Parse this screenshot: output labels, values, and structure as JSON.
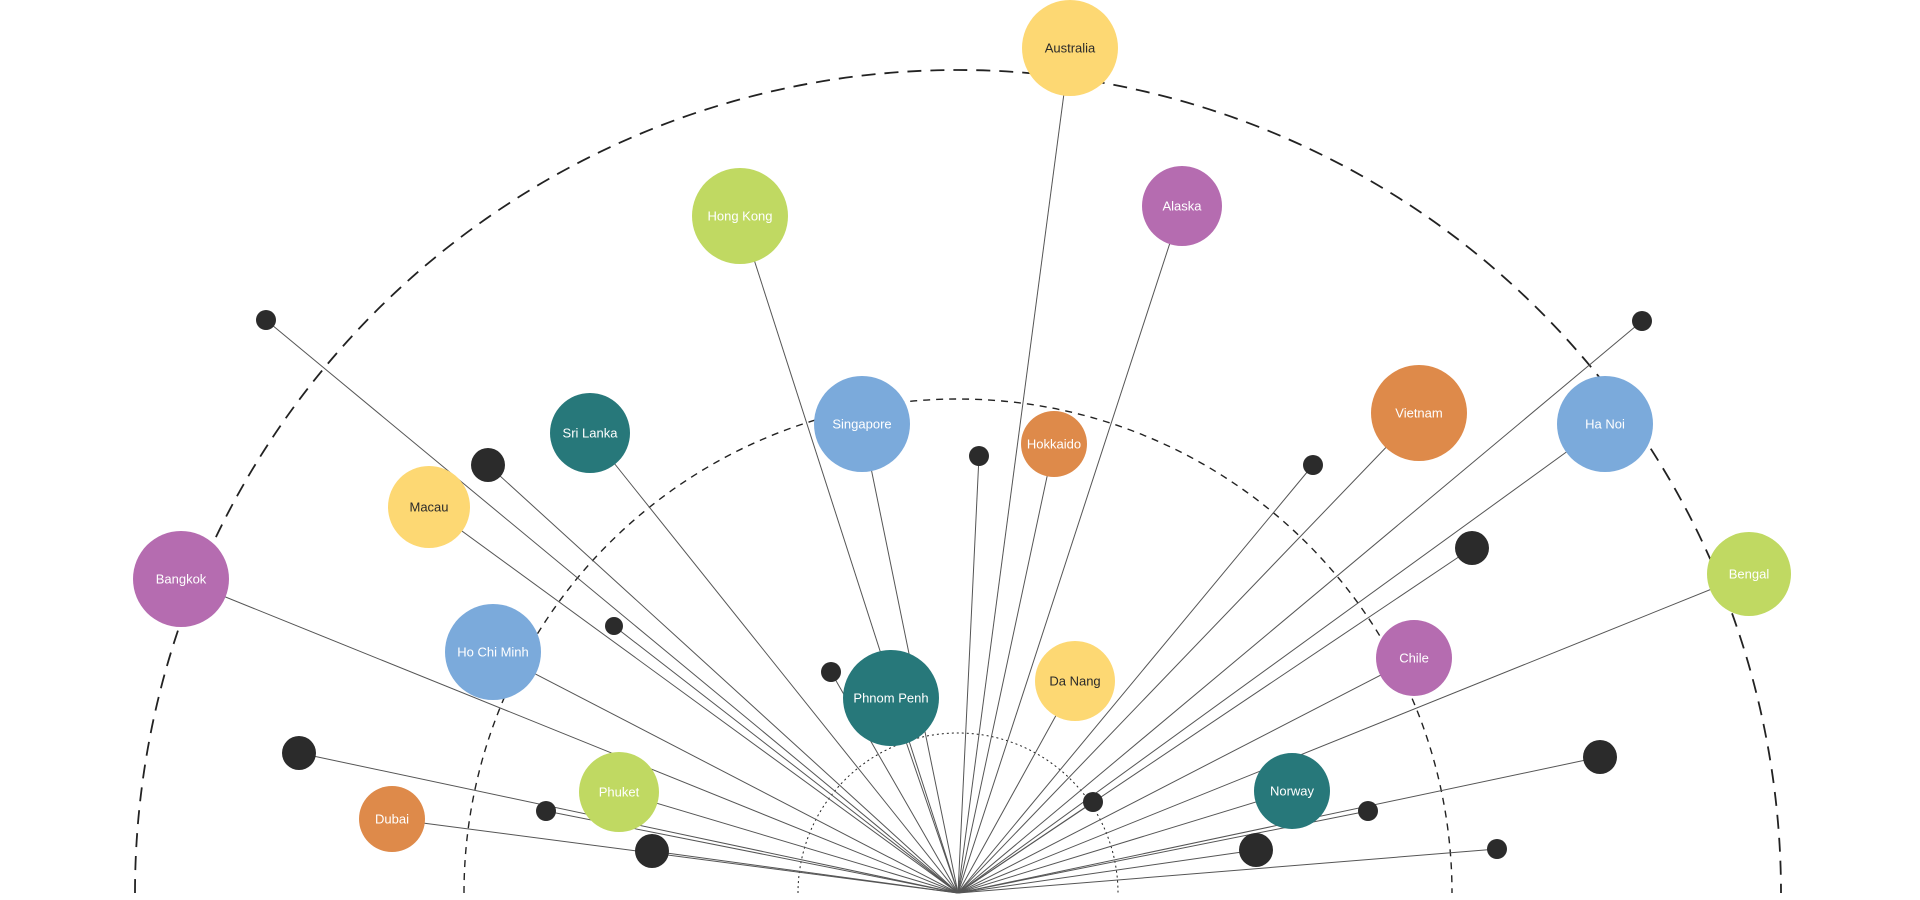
{
  "colors": {
    "yellow": "#FDD873",
    "green": "#C0D962",
    "purple": "#B56CB0",
    "teal": "#27787A",
    "blue": "#7BAADB",
    "orange": "#DE8A4A",
    "dot": "#2B2B2B",
    "line": "#555555",
    "ring": "#222222"
  },
  "nodes": [
    {
      "id": "australia",
      "label": "Australia",
      "color": "yellow",
      "text": "dark"
    },
    {
      "id": "hong-kong",
      "label": "Hong Kong",
      "color": "green",
      "text": "light"
    },
    {
      "id": "alaska",
      "label": "Alaska",
      "color": "purple",
      "text": "light"
    },
    {
      "id": "sri-lanka",
      "label": "Sri Lanka",
      "color": "teal",
      "text": "light"
    },
    {
      "id": "singapore",
      "label": "Singapore",
      "color": "blue",
      "text": "light"
    },
    {
      "id": "hokkaido",
      "label": "Hokkaido",
      "color": "orange",
      "text": "light"
    },
    {
      "id": "vietnam",
      "label": "Vietnam",
      "color": "orange",
      "text": "light"
    },
    {
      "id": "ha-noi",
      "label": "Ha Noi",
      "color": "blue",
      "text": "light"
    },
    {
      "id": "macau",
      "label": "Macau",
      "color": "yellow",
      "text": "dark"
    },
    {
      "id": "bangkok",
      "label": "Bangkok",
      "color": "purple",
      "text": "light"
    },
    {
      "id": "bengal",
      "label": "Bengal",
      "color": "green",
      "text": "light"
    },
    {
      "id": "ho-chi-minh",
      "label": "Ho Chi Minh",
      "color": "blue",
      "text": "light"
    },
    {
      "id": "phnom-penh",
      "label": "Phnom Penh",
      "color": "teal",
      "text": "light"
    },
    {
      "id": "da-nang",
      "label": "Da Nang",
      "color": "yellow",
      "text": "dark"
    },
    {
      "id": "chile",
      "label": "Chile",
      "color": "purple",
      "text": "light"
    },
    {
      "id": "phuket",
      "label": "Phuket",
      "color": "green",
      "text": "light"
    },
    {
      "id": "norway",
      "label": "Norway",
      "color": "teal",
      "text": "light"
    },
    {
      "id": "dubai",
      "label": "Dubai",
      "color": "orange",
      "text": "light"
    }
  ]
}
